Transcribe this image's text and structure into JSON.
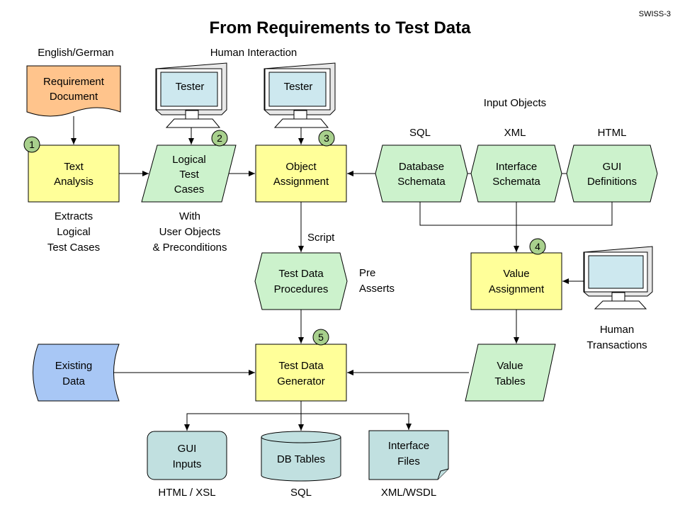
{
  "title": "From Requirements to Test Data",
  "tag": "SWISS-3",
  "colors": {
    "yellow": "#ffff99",
    "green": "#ccf2cc",
    "teal": "#c1e0e0",
    "orange": "#ffc48c",
    "blue": "#a8c7f5",
    "badge": "#a8d08d",
    "screen": "#cde8ef"
  },
  "labels": {
    "english_german": "English/German",
    "human_interaction": "Human Interaction",
    "input_objects": "Input Objects",
    "sql_top": "SQL",
    "xml_top": "XML",
    "html_top": "HTML",
    "extracts": [
      "Extracts",
      "Logical",
      "Test Cases"
    ],
    "with_user": [
      "With",
      "User Objects",
      "& Preconditions"
    ],
    "script": "Script",
    "pre_asserts": [
      "Pre",
      "Asserts"
    ],
    "human_transactions": [
      "Human",
      "Transactions"
    ],
    "html_xsl": "HTML / XSL",
    "sql_bottom": "SQL",
    "xml_wsdl": "XML/WSDL"
  },
  "nodes": {
    "requirement_document": [
      "Requirement",
      "Document"
    ],
    "tester_1": "Tester",
    "tester_2": "Tester",
    "text_analysis": [
      "Text",
      "Analysis"
    ],
    "logical_test_cases": [
      "Logical",
      "Test",
      "Cases"
    ],
    "object_assignment": [
      "Object",
      "Assignment"
    ],
    "database_schemata": [
      "Database",
      "Schemata"
    ],
    "interface_schemata": [
      "Interface",
      "Schemata"
    ],
    "gui_definitions": [
      "GUI",
      "Definitions"
    ],
    "test_data_procedures": [
      "Test Data",
      "Procedures"
    ],
    "value_assignment": [
      "Value",
      "Assignment"
    ],
    "existing_data": [
      "Existing",
      "Data"
    ],
    "test_data_generator": [
      "Test Data",
      "Generator"
    ],
    "value_tables": [
      "Value",
      "Tables"
    ],
    "gui_inputs": [
      "GUI",
      "Inputs"
    ],
    "db_tables": "DB Tables",
    "interface_files": [
      "Interface",
      "Files"
    ]
  },
  "badges": [
    "1",
    "2",
    "3",
    "4",
    "5"
  ]
}
